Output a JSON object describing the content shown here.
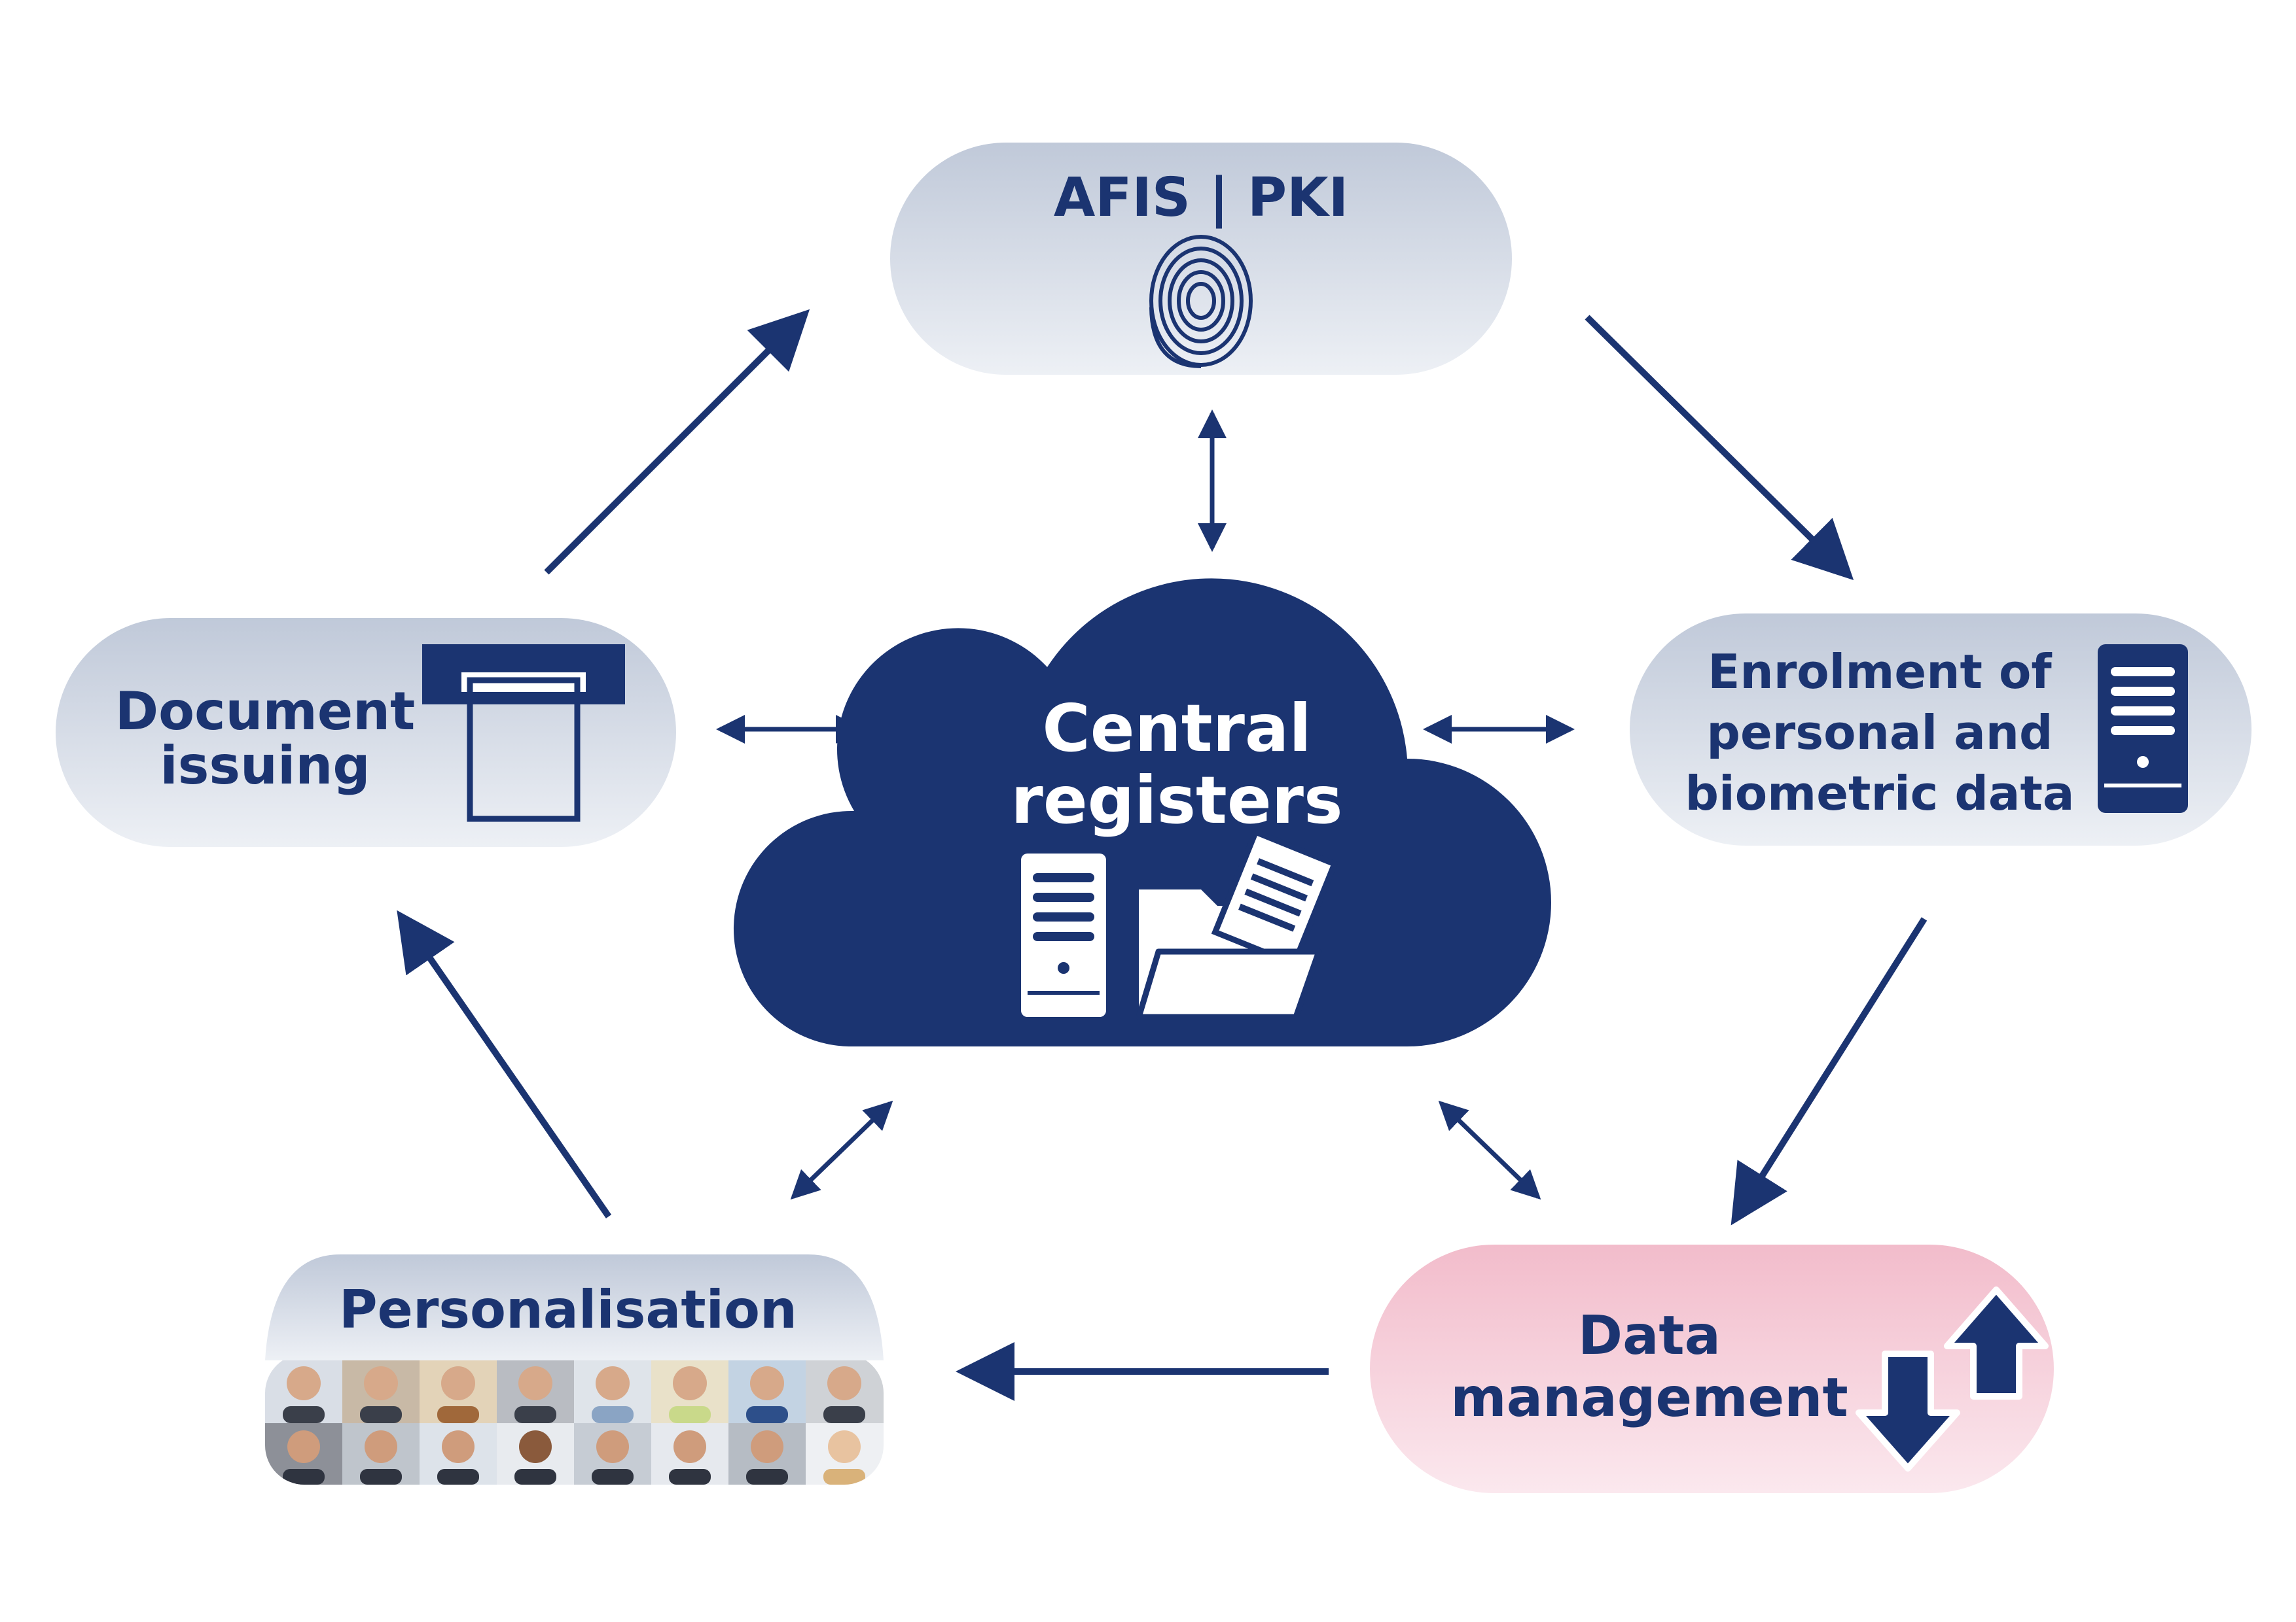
{
  "nodes": {
    "afis": {
      "label": "AFIS | PKI"
    },
    "enrolment": {
      "lines": [
        "Enrolment of",
        "personal and",
        "biometric data"
      ]
    },
    "data_management": {
      "lines": [
        "Data",
        "management"
      ]
    },
    "personalisation": {
      "label": "Personalisation"
    },
    "document_issuing": {
      "lines": [
        "Document",
        "issuing"
      ]
    },
    "central": {
      "lines": [
        "Central",
        "registers"
      ]
    }
  },
  "colors": {
    "navy": "#1b3471",
    "pill_top": "#c0c9d9",
    "pill_bottom": "#edf0f5",
    "pink_top": "#f2bccb",
    "pink_bottom": "#fbe8ee"
  }
}
